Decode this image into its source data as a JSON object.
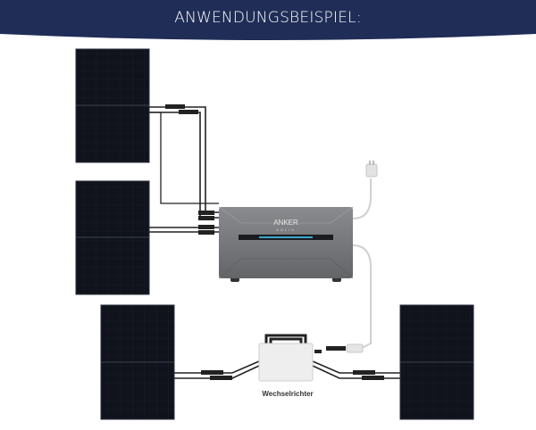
{
  "header": {
    "title": "ANWENDUNGSBEISPIEL:"
  },
  "battery": {
    "brand": "ANKER",
    "sub_brand": "SOLIX"
  },
  "inverter": {
    "label": "Wechselrichter"
  },
  "colors": {
    "banner": "#1f2d57",
    "panel": "#0f121a",
    "battery": "#7a7b7e",
    "cable_dark": "#222222",
    "cable_light": "#cfcfcf"
  }
}
